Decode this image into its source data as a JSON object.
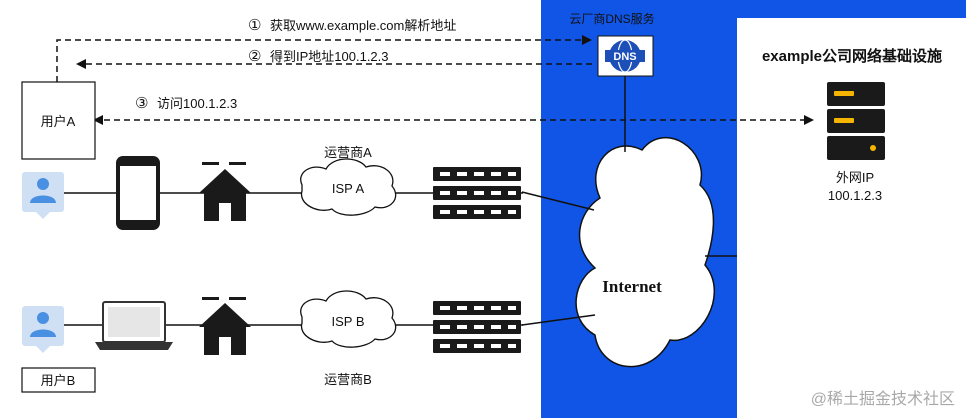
{
  "colors": {
    "blue": "#1155e6",
    "panel_white": "#ffffff",
    "line": "#111111",
    "icon_dark": "#1a1a1a",
    "user_icon_bg": "#cfe0f5",
    "user_icon_fg": "#4a90e2",
    "server_yellow": "#f4b400"
  },
  "steps": [
    {
      "num": "①",
      "text": "获取www.example.com解析地址"
    },
    {
      "num": "②",
      "text": "得到IP地址100.1.2.3"
    },
    {
      "num": "③",
      "text": "访问100.1.2.3"
    }
  ],
  "dns": {
    "label": "云厂商DNS服务",
    "icon_text": "DNS",
    "icon": "dns-globe-icon"
  },
  "company": {
    "title": "example公司网络基础设施",
    "server_label": "外网IP",
    "server_ip": "100.1.2.3"
  },
  "user_a": {
    "label": "用户A"
  },
  "user_b": {
    "label": "用户B"
  },
  "isp_a": {
    "cloud_label": "ISP A",
    "operator_label": "运营商A"
  },
  "isp_b": {
    "cloud_label": "ISP B",
    "operator_label": "运营商B"
  },
  "internet": {
    "label": "Internet"
  },
  "watermark": "@稀土掘金技术社区"
}
